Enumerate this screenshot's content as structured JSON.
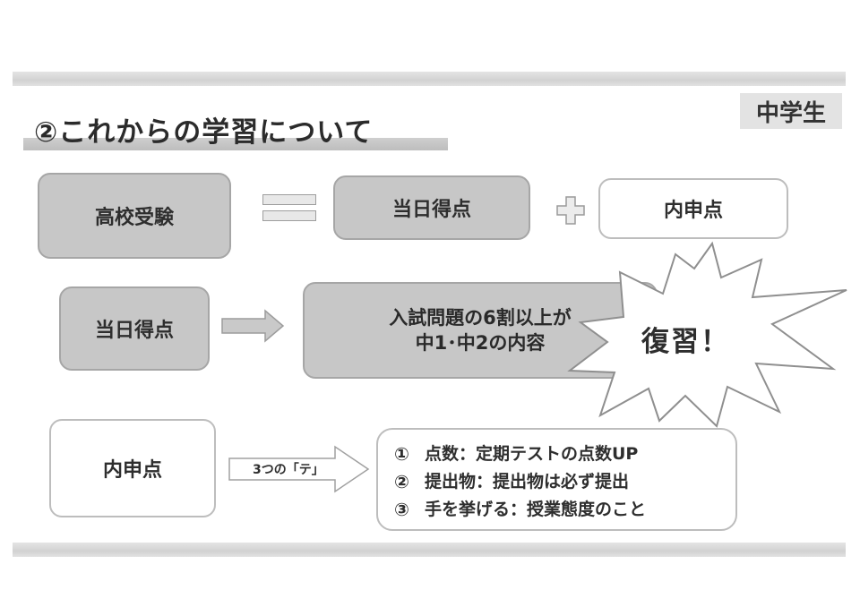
{
  "header": {
    "title": "②これからの学習について",
    "grade": "中学生"
  },
  "equation": {
    "exam": "高校受験",
    "day_score": "当日得点",
    "naishin": "内申点"
  },
  "day_score_row": {
    "label": "当日得点",
    "content_line1": "入試問題の6割以上が",
    "content_line2": "中1･中2の内容",
    "callout": "復習！"
  },
  "naishin_row": {
    "label": "内申点",
    "arrow_label": "3つの「テ」",
    "items": [
      {
        "num": "①",
        "text": "点数：定期テストの点数UP"
      },
      {
        "num": "②",
        "text": "提出物：提出物は必ず提出"
      },
      {
        "num": "③",
        "text": "手を挙げる：授業態度のこと"
      }
    ]
  }
}
